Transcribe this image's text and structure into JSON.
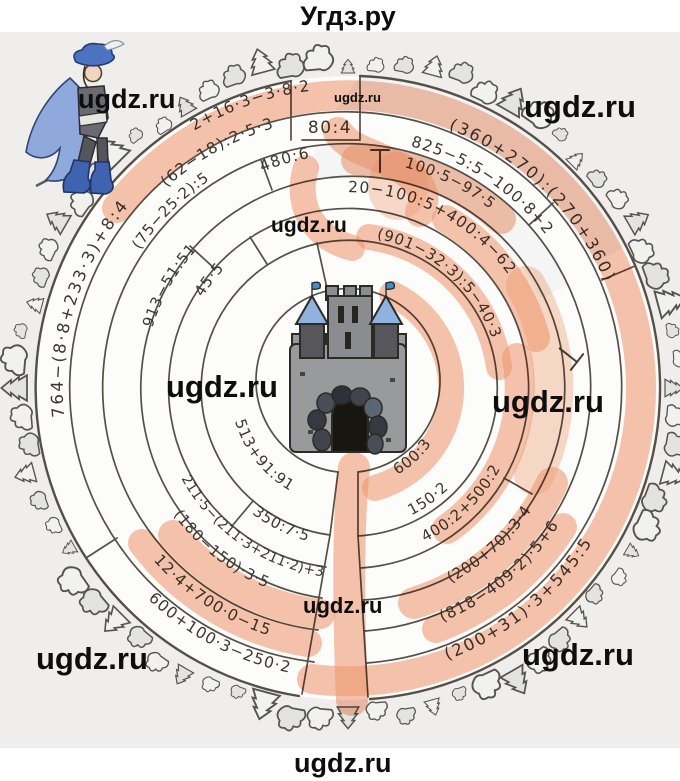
{
  "page": {
    "site_title": "Угдз.ру",
    "watermark": "ugdz.ru"
  },
  "colors": {
    "route_highlight": "#f0966b",
    "paper_gray": "#efeeec",
    "castle_gray": "#8f8f92",
    "tower_roof_blue": "#8fb3de"
  },
  "maze": {
    "entrance_label": "80:4",
    "expressions": {
      "ring1_left": "764−(8·8+233·3)+8:4",
      "ring1_top_left": "2+16·3−3·8·2",
      "ring1_top_right": "(360+270):(270+360)",
      "ring1_bottom_left": "600+100·3−250·2",
      "ring1_bottom_right": "(200+31)·3+545:5",
      "ring2_top_left": "(62−18):2·5·3",
      "ring2_top_right": "825−5:5−100·8+2",
      "ring2_bottom_left": "12·4+700·0−15",
      "ring2_bottom_right": "(818−409·2)·5+6",
      "ring3_top": "480:6",
      "ring3_left": "(75−25·2):5",
      "ring3_top_right": "100·5−97·5",
      "ring3_bottom_left": "(180−150)·3·5",
      "ring3_bottom_right": "(200+70):3·4",
      "ring4_left": "913−51:51",
      "ring4_top_right": "20−100:5+400:4−62",
      "ring4_bottom_left": "211·5−(211·3+211·2)+3",
      "ring4_bottom_right": "400:2+500:2",
      "ring5_upper_left": "45·5",
      "ring5_right": "(901−32·3):5−40·3",
      "ring5_bottom_left": "350:7·5",
      "ring5_bottom_right": "150·2",
      "ring6_bottom_left": "513+91:91",
      "ring6_bottom_right": "600:3"
    }
  }
}
